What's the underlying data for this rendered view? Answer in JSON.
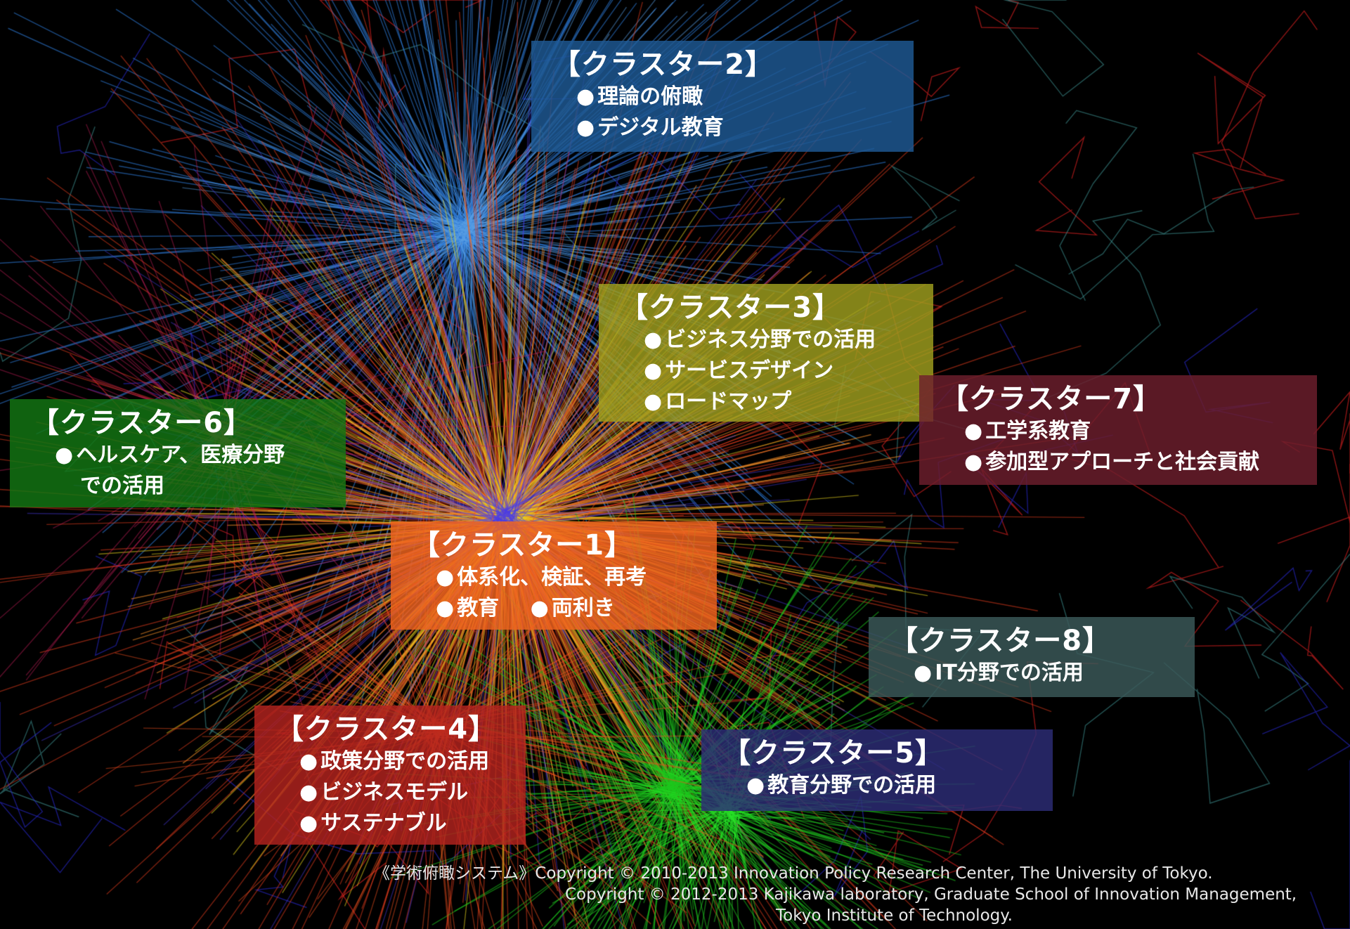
{
  "colors": {
    "background": "#000000",
    "cluster1": "#f0641e",
    "cluster2": "#1f5a96",
    "cluster3": "#a0a01e",
    "cluster4": "#b4231e",
    "cluster5": "#2d2d78",
    "cluster6": "#147814",
    "cluster7": "#6e1e2d",
    "cluster8": "#3c5a5a"
  },
  "clusters": [
    {
      "id": "cluster1",
      "title": "【クラスター1】",
      "items": [
        "体系化、検証、再考"
      ],
      "row2": [
        "教育",
        "両利き"
      ]
    },
    {
      "id": "cluster2",
      "title": "【クラスター2】",
      "items": [
        "理論の俯瞰",
        "デジタル教育"
      ]
    },
    {
      "id": "cluster3",
      "title": "【クラスター3】",
      "items": [
        "ビジネス分野での活用",
        "サービスデザイン",
        "ロードマップ"
      ]
    },
    {
      "id": "cluster4",
      "title": "【クラスター4】",
      "items": [
        "政策分野での活用",
        "ビジネスモデル",
        "サステナブル"
      ]
    },
    {
      "id": "cluster5",
      "title": "【クラスター5】",
      "items": [
        "教育分野での活用"
      ]
    },
    {
      "id": "cluster6",
      "title": "【クラスター6】",
      "items": [
        "ヘルスケア、医療分野"
      ],
      "continuation": "での活用"
    },
    {
      "id": "cluster7",
      "title": "【クラスター7】",
      "items": [
        "工学系教育",
        "参加型アプローチと社会貢献"
      ]
    },
    {
      "id": "cluster8",
      "title": "【クラスター8】",
      "items": [
        "IT分野での活用"
      ]
    }
  ],
  "bullet_symbol": "●",
  "copyright": {
    "line1": "《学術俯瞰システム》Copyright © 2010-2013 Innovation Policy Research Center, The University of Tokyo.",
    "line2": "Copyright © 2012-2013 Kajikawa laboratory, Graduate School of Innovation Management,",
    "line3": "Tokyo Institute of Technology."
  }
}
